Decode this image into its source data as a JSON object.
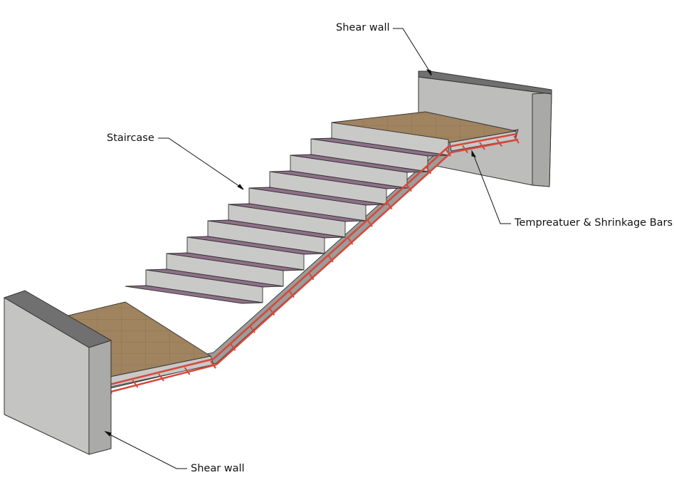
{
  "labels": {
    "shear_wall_top": "Shear wall",
    "staircase": "Staircase",
    "temperature_bars": "Tempreatuer & Shrinkage Bars",
    "shear_wall_bottom": "Shear wall"
  },
  "colors": {
    "concrete": "#c9c9c7",
    "concrete_dark": "#9c9c9a",
    "wall_top": "#6e6e6c",
    "tread": "#8e6f88",
    "landing": "#9c7f5e",
    "rebar": "#d44a3c",
    "leader": "#111111"
  },
  "counts": {
    "steps": 10
  }
}
